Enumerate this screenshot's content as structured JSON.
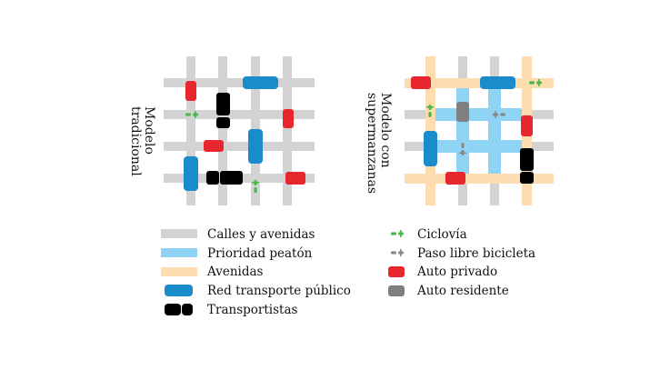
{
  "panels": {
    "left_title": [
      "Modelo",
      "tradicional"
    ],
    "right_title": [
      "Modelo con",
      "supermanzanas"
    ]
  },
  "colors": {
    "street": "#d3d3d3",
    "pedestrian": "#8fd3f5",
    "avenue": "#fddcb0",
    "bus": "#1a8bcb",
    "truck": "#000000",
    "private_car": "#e8262e",
    "resident_car": "#808080",
    "bike": "#4bb74a",
    "bike_free": "#888888"
  },
  "legend": {
    "left": [
      "Calles y avenidas",
      "Prioridad peatón",
      "Avenidas",
      "Red transporte público",
      "Transportistas"
    ],
    "right": [
      "Ciclovía",
      "Paso libre bicicleta",
      "Auto privado",
      "Auto residente"
    ]
  }
}
